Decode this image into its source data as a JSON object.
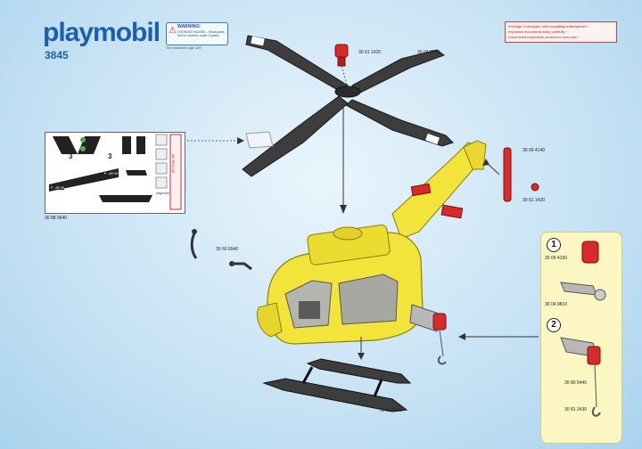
{
  "header": {
    "brand": "playmobil",
    "model_number": "3845"
  },
  "warning": {
    "title": "WARNING!",
    "text": "CHOKING HAZARD - Small parts. Not for children under 3 years.",
    "note": "The consumer's age 1497"
  },
  "keep_notice": {
    "lines": [
      "Wichtige Unterlagen, bitte sorgfältig aufbewahren !",
      "Important documents keep carefully !",
      "Documents importants conservez avec soin !"
    ]
  },
  "parts": {
    "hub_cap": "30 61 1420",
    "main_rotor": "30 04 9740",
    "tail_rotor": "30 09 4140",
    "tail_cap": "30 61 1420",
    "sticker_sheet": "30 88 0640",
    "antenna": "30 60 6940",
    "skids": "30 04 9790"
  },
  "inset": {
    "step1": "1",
    "step2": "2",
    "spool": "30 09 4150",
    "bracket": "30 04 9810",
    "winch": "30 80 5440",
    "hook": "30 81 2430"
  },
  "stickers": {
    "reg1": "P - AR 95",
    "reg2": "P - AR 95",
    "num1": "3",
    "num2": "3",
    "brand_small": "playmobil",
    "red_label": "AIR RESCUE"
  },
  "colors": {
    "body": "#f2e43a",
    "rotor": "#3d3d3d",
    "accent": "#d82a2a",
    "brand": "#1b5fae"
  }
}
